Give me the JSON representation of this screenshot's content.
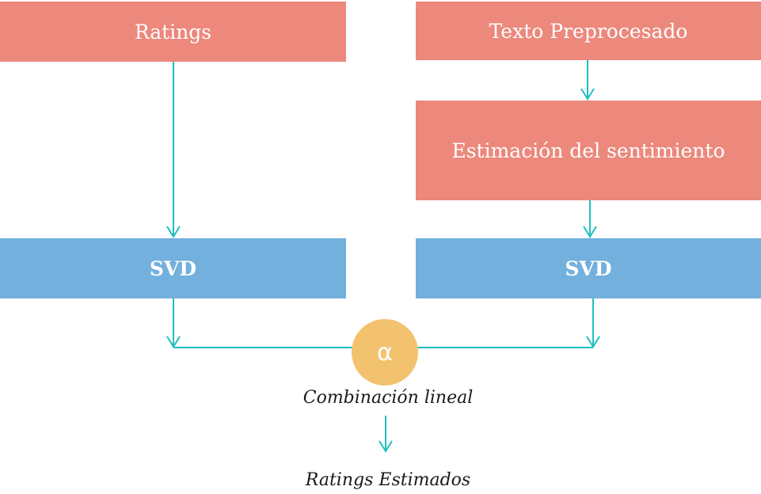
{
  "nodes": {
    "ratings": "Ratings",
    "texto_preprocesado": "Texto Preprocesado",
    "estimacion_sentimiento": "Estimación del sentimiento",
    "svd_left": "SVD",
    "svd_right": "SVD",
    "alpha": "α"
  },
  "captions": {
    "combinacion_lineal": "Combinación lineal",
    "ratings_estimados": "Ratings Estimados"
  },
  "colors": {
    "input_box": "#ec887c",
    "svd_box": "#73b0dd",
    "alpha_circle": "#f3c26f",
    "connector": "#1fbfbf"
  }
}
